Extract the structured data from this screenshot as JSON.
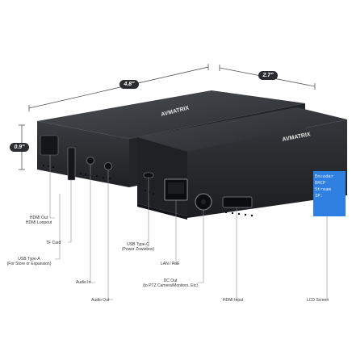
{
  "dimensions": {
    "length": "4.8\"",
    "width": "2.7\"",
    "height": "0.9\""
  },
  "brand": {
    "logo_text": "AVMATRIX"
  },
  "lcd_screen": {
    "lines": [
      "Encoder",
      "DHCP",
      "Stream",
      "IP:"
    ]
  },
  "labels": {
    "hdmi_out_line1": "HDMI Out",
    "hdmi_out_line2": "HDMI Loopout",
    "tf_card": "TF Card",
    "usb_type_a_line1": "USB Type-A",
    "usb_type_a_line2": "(For Store or Expansion)",
    "audio_in": "Audio In",
    "audio_out": "Audio Out",
    "usb_type_c_line1": "USB Type-C",
    "usb_type_c_line2": "(Power Zowiebox)",
    "lan_poe": "LAN / PoE",
    "dc_out_line1": "DC Out",
    "dc_out_line2": "(to PTZ Camera/Monitors, Etc)",
    "hdmi_input": "HDMI Input",
    "lcd_screen": "LCD Screen"
  },
  "colors": {
    "device_body": "#2c2e33",
    "device_top": "#3a3d42",
    "lcd_blue": "#2f7fe0",
    "leader_line": "#8a8a8a"
  }
}
